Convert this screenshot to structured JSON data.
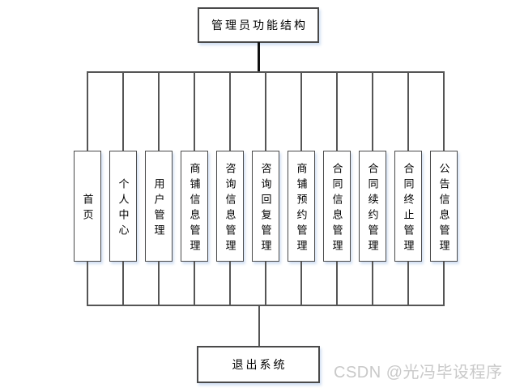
{
  "diagram": {
    "root": {
      "label": "管理员功能结构"
    },
    "children": [
      {
        "label": "首页"
      },
      {
        "label": "个人中心"
      },
      {
        "label": "用户管理"
      },
      {
        "label": "商铺信息管理"
      },
      {
        "label": "咨询信息管理"
      },
      {
        "label": "咨询回复管理"
      },
      {
        "label": "商铺预约管理"
      },
      {
        "label": "合同信息管理"
      },
      {
        "label": "合同续约管理"
      },
      {
        "label": "合同终止管理"
      },
      {
        "label": "公告信息管理"
      }
    ],
    "exit": {
      "label": "退出系统"
    }
  },
  "watermark": {
    "text": "CSDN @光冯毕设程序"
  },
  "colors": {
    "background": "#ffffff",
    "box_fill": "#ffffff",
    "box_border": "#4a4a4a",
    "connector": "#555555",
    "trunk": "#111111",
    "text": "#000000",
    "box_glow": "#ccdcf2",
    "watermark_text": "#c9c9c9"
  }
}
